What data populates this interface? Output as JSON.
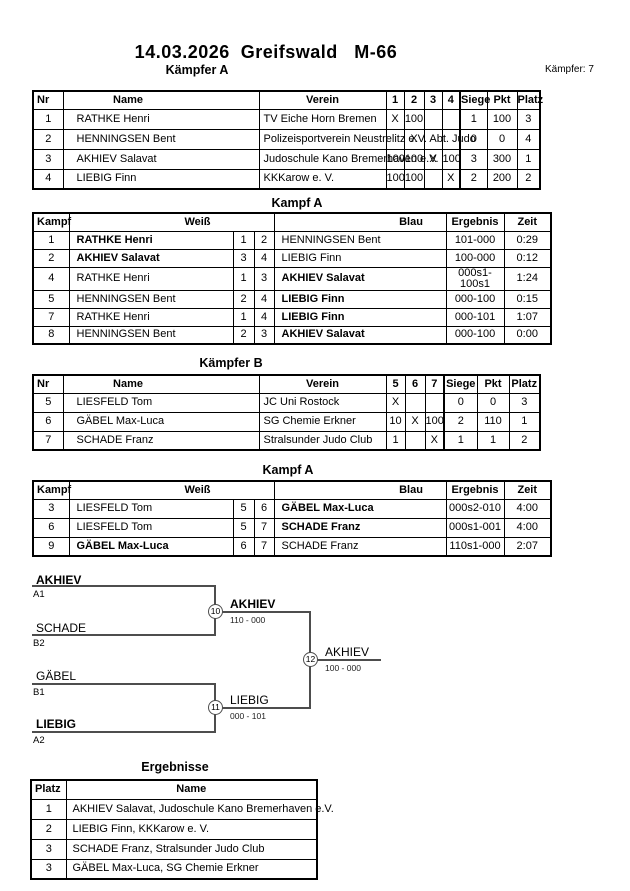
{
  "header": {
    "title": "14.03.2026  Greifswald   M-66",
    "fighters_count": "Kämpfer: 7"
  },
  "sections": {
    "kaempferA": "Kämpfer A",
    "kampfA1": "Kampf A",
    "kaempferB": "Kämpfer B",
    "kampfA2": "Kampf A",
    "ergebnisse": "Ergebnisse"
  },
  "poolA": {
    "headers": {
      "nr": "Nr",
      "name": "Name",
      "verein": "Verein",
      "c1": "1",
      "c2": "2",
      "c3": "3",
      "c4": "4",
      "siege": "Siege",
      "pkt": "Pkt",
      "platz": "Platz"
    },
    "rows": [
      {
        "nr": "1",
        "name": "RATHKE Henri",
        "verein": "TV Eiche Horn Bremen",
        "c1": "X",
        "c2": "100",
        "c3": "",
        "c4": "",
        "siege": "1",
        "pkt": "100",
        "platz": "3"
      },
      {
        "nr": "2",
        "name": "HENNINGSEN Bent",
        "verein": "Polizeisportverein Neustrelitz e.V. Abt. Judo",
        "c1": "",
        "c2": "X",
        "c3": "",
        "c4": "",
        "siege": "0",
        "pkt": "0",
        "platz": "4"
      },
      {
        "nr": "3",
        "name": "AKHIEV Salavat",
        "verein": "Judoschule Kano Bremerhaven e.V.",
        "c1": "100",
        "c2": "100",
        "c3": "X",
        "c4": "100",
        "siege": "3",
        "pkt": "300",
        "platz": "1"
      },
      {
        "nr": "4",
        "name": "LIEBIG Finn",
        "verein": "KKKarow e. V.",
        "c1": "100",
        "c2": "100",
        "c3": "",
        "c4": "X",
        "siege": "2",
        "pkt": "200",
        "platz": "2"
      }
    ]
  },
  "matchesA": {
    "headers": {
      "kampf": "Kampf",
      "weiss": "Weiß",
      "blau": "Blau",
      "ergebnis": "Ergebnis",
      "zeit": "Zeit"
    },
    "rows": [
      {
        "kampf": "1",
        "weiss": "RATHKE Henri",
        "wn": "1",
        "bn": "2",
        "blau": "HENNINGSEN Bent",
        "ergebnis": "101-000",
        "zeit": "0:29"
      },
      {
        "kampf": "2",
        "weiss": "AKHIEV Salavat",
        "wn": "3",
        "bn": "4",
        "blau": "LIEBIG Finn",
        "ergebnis": "100-000",
        "zeit": "0:12"
      },
      {
        "kampf": "4",
        "weiss": "RATHKE Henri",
        "wn": "1",
        "bn": "3",
        "blau": "AKHIEV Salavat",
        "ergebnis": "000s1-100s1",
        "zeit": "1:24"
      },
      {
        "kampf": "5",
        "weiss": "HENNINGSEN Bent",
        "wn": "2",
        "bn": "4",
        "blau": "LIEBIG Finn",
        "ergebnis": "000-100",
        "zeit": "0:15"
      },
      {
        "kampf": "7",
        "weiss": "RATHKE Henri",
        "wn": "1",
        "bn": "4",
        "blau": "LIEBIG Finn",
        "ergebnis": "000-101",
        "zeit": "1:07"
      },
      {
        "kampf": "8",
        "weiss": "HENNINGSEN Bent",
        "wn": "2",
        "bn": "3",
        "blau": "AKHIEV Salavat",
        "ergebnis": "000-100",
        "zeit": "0:00"
      }
    ]
  },
  "poolB": {
    "headers": {
      "nr": "Nr",
      "name": "Name",
      "verein": "Verein",
      "c1": "5",
      "c2": "6",
      "c3": "7",
      "siege": "Siege",
      "pkt": "Pkt",
      "platz": "Platz"
    },
    "rows": [
      {
        "nr": "5",
        "name": "LIESFELD Tom",
        "verein": "JC Uni Rostock",
        "c1": "X",
        "c2": "",
        "c3": "",
        "siege": "0",
        "pkt": "0",
        "platz": "3"
      },
      {
        "nr": "6",
        "name": "GÄBEL Max-Luca",
        "verein": "SG Chemie Erkner",
        "c1": "10",
        "c2": "X",
        "c3": "100",
        "siege": "2",
        "pkt": "110",
        "platz": "1"
      },
      {
        "nr": "7",
        "name": "SCHADE Franz",
        "verein": "Stralsunder Judo Club",
        "c1": "1",
        "c2": "",
        "c3": "X",
        "siege": "1",
        "pkt": "1",
        "platz": "2"
      }
    ]
  },
  "matchesB": {
    "headers": {
      "kampf": "Kampf",
      "weiss": "Weiß",
      "blau": "Blau",
      "ergebnis": "Ergebnis",
      "zeit": "Zeit"
    },
    "rows": [
      {
        "kampf": "3",
        "weiss": "LIESFELD Tom",
        "wn": "5",
        "bn": "6",
        "blau": "GÄBEL Max-Luca",
        "ergebnis": "000s2-010",
        "zeit": "4:00"
      },
      {
        "kampf": "6",
        "weiss": "LIESFELD Tom",
        "wn": "5",
        "bn": "7",
        "blau": "SCHADE Franz",
        "ergebnis": "000s1-001",
        "zeit": "4:00"
      },
      {
        "kampf": "9",
        "weiss": "GÄBEL Max-Luca",
        "wn": "6",
        "bn": "7",
        "blau": "SCHADE Franz",
        "ergebnis": "110s1-000",
        "zeit": "2:07"
      }
    ]
  },
  "bracket": {
    "slots": [
      {
        "name": "AKHIEV",
        "seed": "A1"
      },
      {
        "name": "SCHADE",
        "seed": "B2"
      },
      {
        "name": "GÄBEL",
        "seed": "B1"
      },
      {
        "name": "LIEBIG",
        "seed": "A2"
      }
    ],
    "matches": [
      {
        "num": "10",
        "winner": "AKHIEV",
        "score": "110 - 000"
      },
      {
        "num": "11",
        "winner": "LIEBIG",
        "score": "000 - 101"
      },
      {
        "num": "12",
        "winner": "AKHIEV",
        "score": "100 - 000"
      }
    ]
  },
  "results": {
    "headers": {
      "platz": "Platz",
      "name": "Name"
    },
    "rows": [
      {
        "platz": "1",
        "name": "AKHIEV Salavat, Judoschule Kano Bremerhaven e.V."
      },
      {
        "platz": "2",
        "name": "LIEBIG Finn, KKKarow e. V."
      },
      {
        "platz": "3",
        "name": "SCHADE Franz, Stralsunder Judo Club"
      },
      {
        "platz": "3",
        "name": "GÄBEL Max-Luca, SG Chemie Erkner"
      }
    ]
  }
}
